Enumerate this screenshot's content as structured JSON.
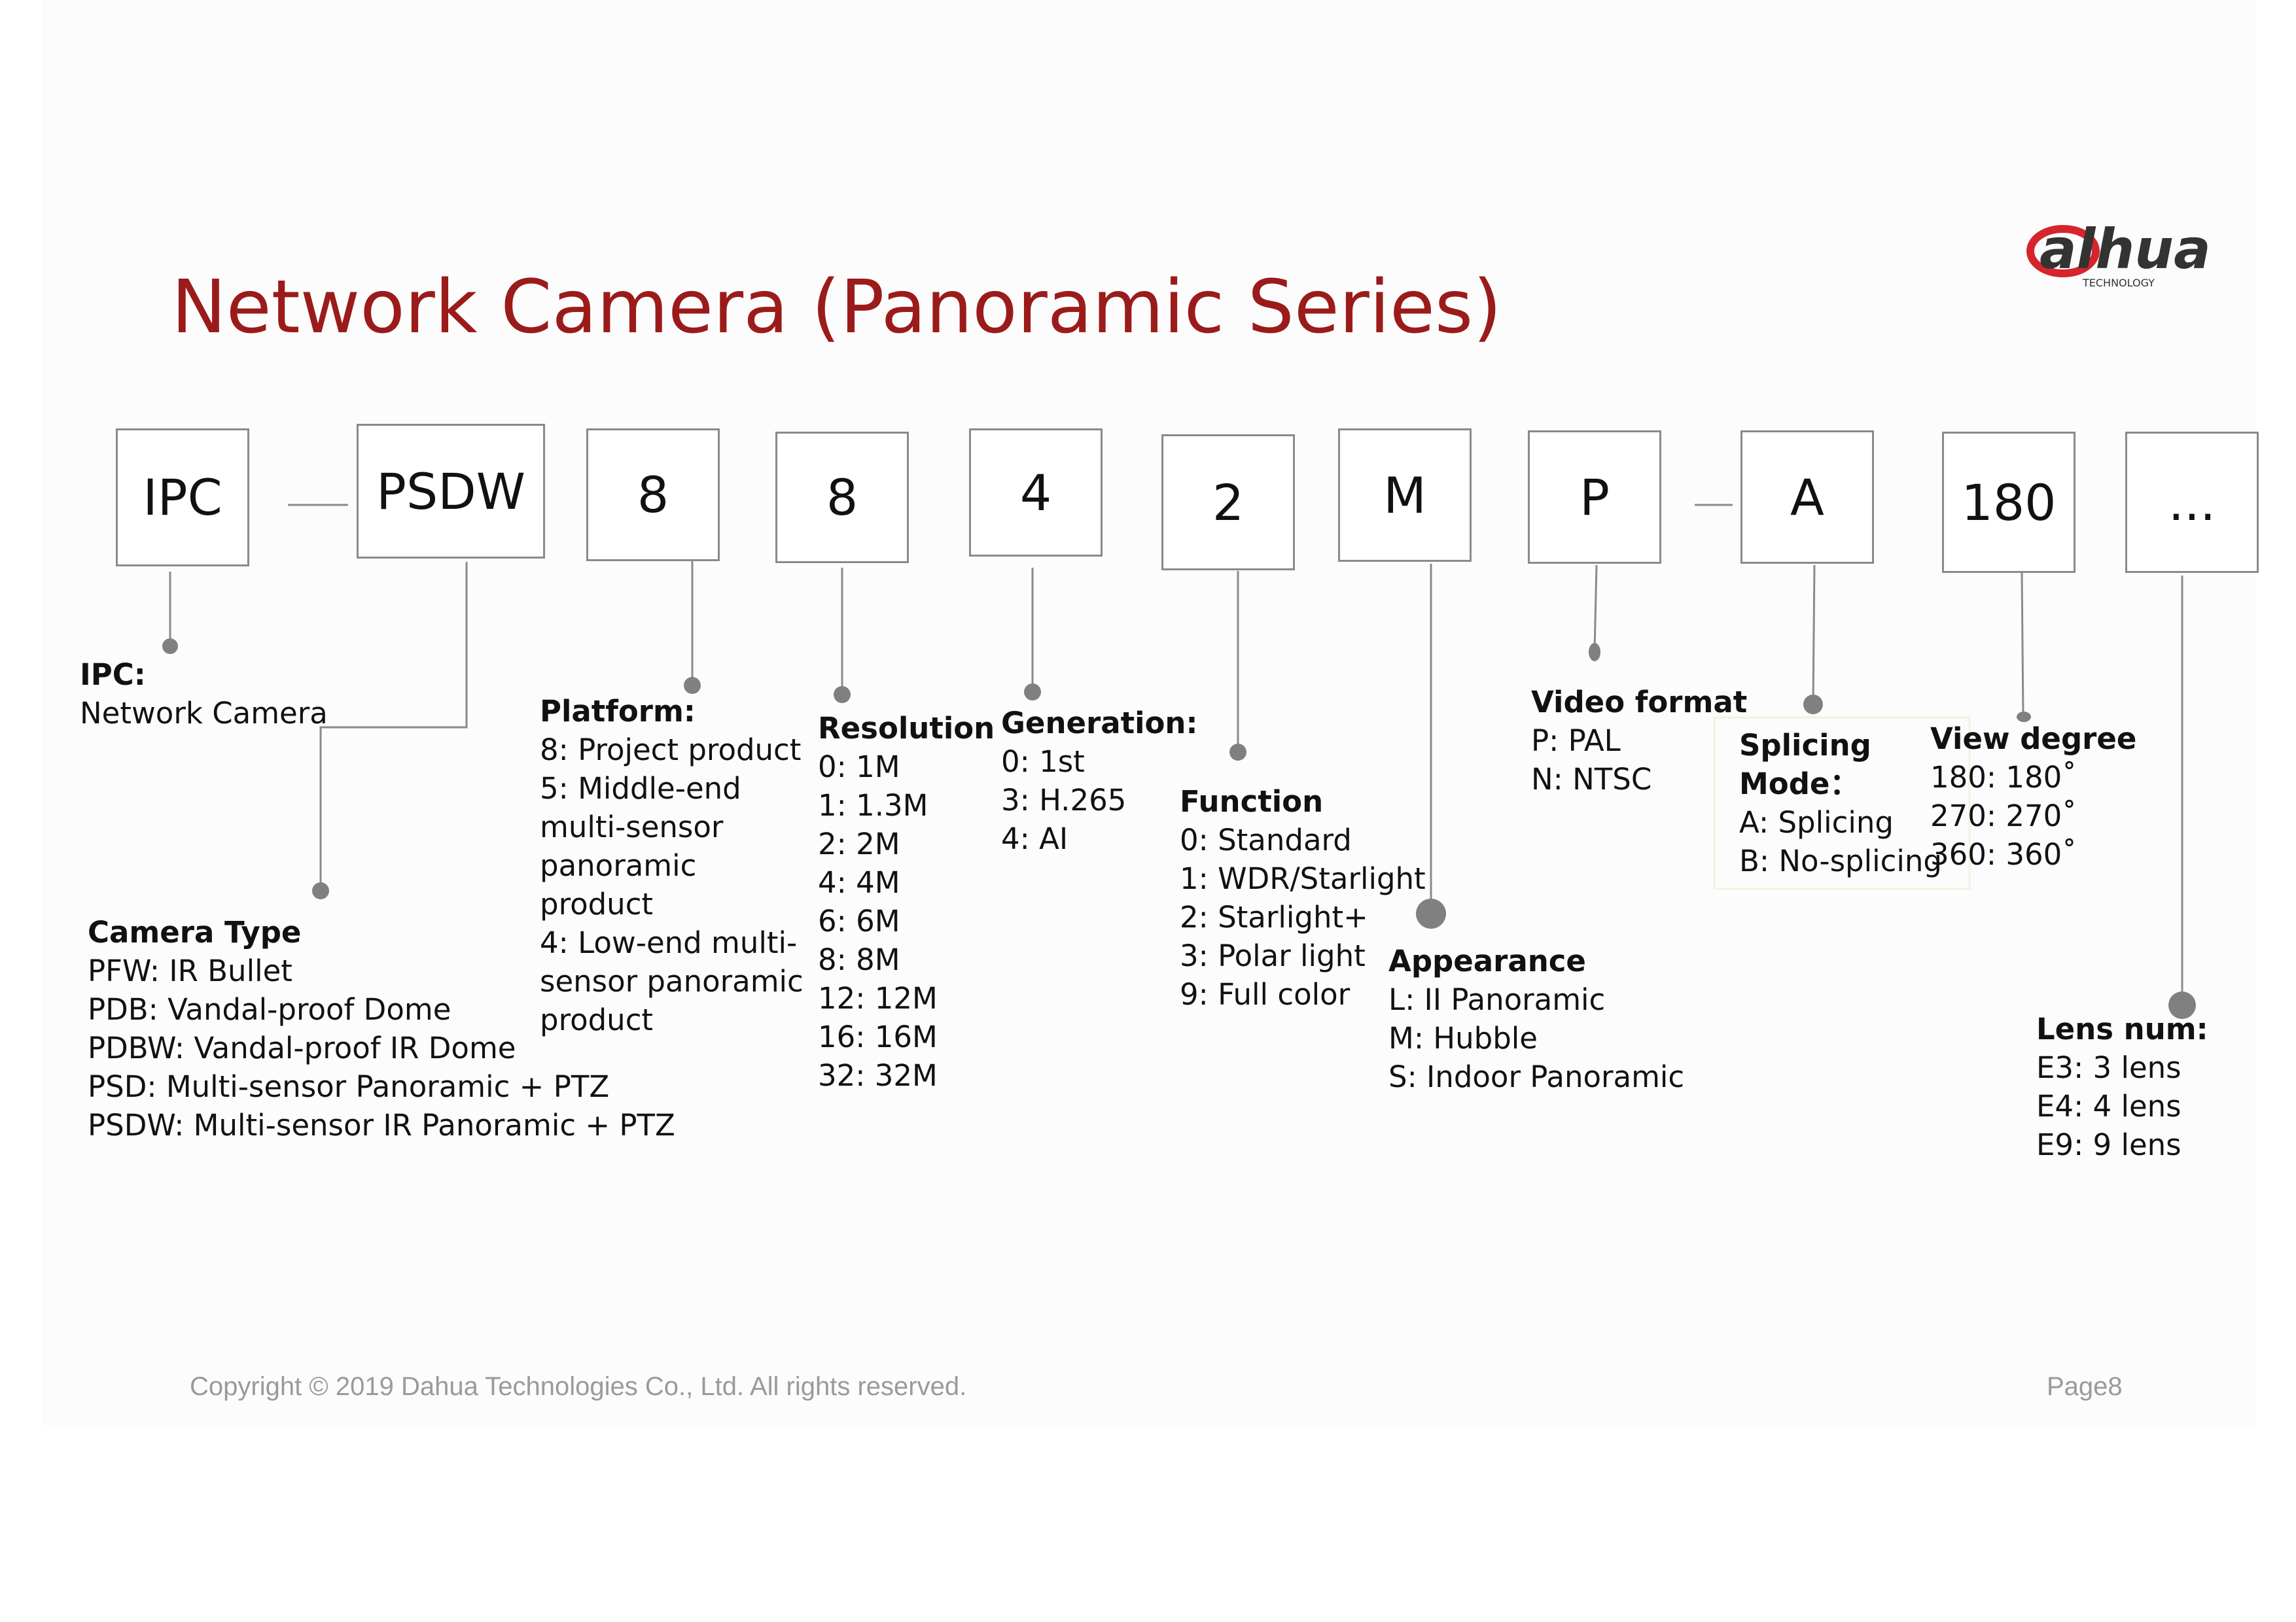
{
  "title": "Network Camera (Panoramic Series)",
  "logo": {
    "text": "alhua",
    "sub": "TECHNOLOGY",
    "icon": "dahua-logo-icon"
  },
  "code_boxes": [
    "IPC",
    "PSDW",
    "8",
    "8",
    "4",
    "2",
    "M",
    "P",
    "A",
    "180",
    "..."
  ],
  "descriptions": [
    {
      "heading": "IPC:",
      "items": [
        "Network Camera"
      ]
    },
    {
      "heading": "Camera Type",
      "items": [
        "PFW: IR Bullet",
        "PDB: Vandal-proof Dome",
        "PDBW: Vandal-proof IR Dome",
        "PSD: Multi-sensor Panoramic + PTZ",
        "PSDW: Multi-sensor IR Panoramic + PTZ"
      ]
    },
    {
      "heading": "Platform:",
      "items": [
        "8: Project product",
        "5: Middle-end",
        "multi-sensor",
        "panoramic",
        "product",
        "4: Low-end multi-",
        "sensor panoramic",
        "product"
      ]
    },
    {
      "heading": "Resolution",
      "items": [
        "0: 1M",
        "1: 1.3M",
        "2: 2M",
        "4: 4M",
        "6: 6M",
        "8: 8M",
        "12: 12M",
        "16: 16M",
        "32: 32M"
      ]
    },
    {
      "heading": "Generation:",
      "items": [
        "0: 1st",
        "3:  H.265",
        "4: AI"
      ]
    },
    {
      "heading": "Function",
      "items": [
        "0: Standard",
        "1: WDR/Starlight",
        "2: Starlight+",
        "3: Polar light",
        "9: Full color"
      ]
    },
    {
      "heading": "Appearance",
      "items": [
        "L: II Panoramic",
        "M: Hubble",
        "S: Indoor Panoramic"
      ]
    },
    {
      "heading": "Video format",
      "items": [
        "P: PAL",
        "N: NTSC"
      ]
    },
    {
      "heading": "Splicing",
      "heading2": "Mode：",
      "items": [
        "A: Splicing",
        "B: No-splicing"
      ]
    },
    {
      "heading": "View degree",
      "items": [
        "180: 180˚",
        "270: 270˚",
        "360: 360˚"
      ]
    },
    {
      "heading": "Lens num:",
      "items": [
        "E3: 3 lens",
        "E4: 4 lens",
        "E9: 9 lens"
      ]
    }
  ],
  "footer": {
    "copyright": "Copyright © 2019 Dahua Technologies Co., Ltd. All rights reserved.",
    "page": "Page8"
  },
  "colors": {
    "title": "#9b1b1b",
    "connector": "#8a8a8a",
    "footer": "#9a9a9a",
    "logo_red": "#d6252c",
    "logo_dark": "#333333"
  }
}
